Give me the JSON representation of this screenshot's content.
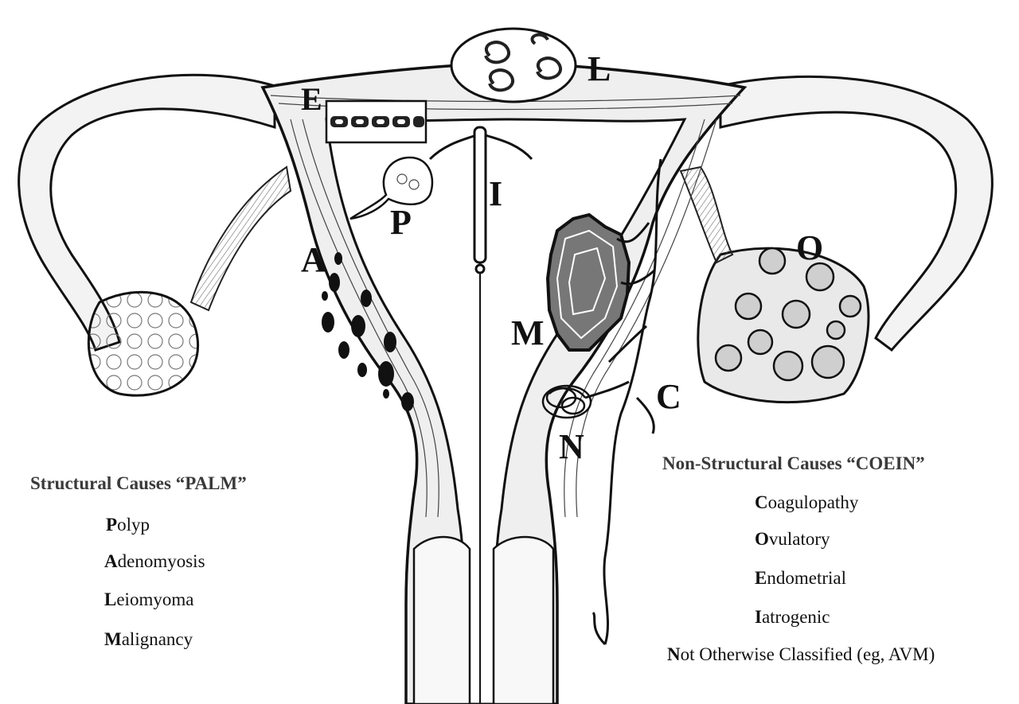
{
  "figure_labels": {
    "E": "E",
    "L": "L",
    "P": "P",
    "I": "I",
    "A": "A",
    "M": "M",
    "C": "C",
    "N": "N",
    "O": "O"
  },
  "structural": {
    "heading": "Structural Causes “PALM”",
    "items": [
      {
        "initial": "P",
        "rest": "olyp"
      },
      {
        "initial": "A",
        "rest": "denomyosis"
      },
      {
        "initial": "L",
        "rest": "eiomyoma"
      },
      {
        "initial": "M",
        "rest": "alignancy"
      }
    ]
  },
  "non_structural": {
    "heading": "Non-Structural Causes “COEIN”",
    "items": [
      {
        "initial": "C",
        "rest": "oagulopathy"
      },
      {
        "initial": "O",
        "rest": "vulatory"
      },
      {
        "initial": "E",
        "rest": "ndometrial"
      },
      {
        "initial": "I",
        "rest": "atrogenic"
      },
      {
        "initial": "N",
        "rest": "ot Otherwise Classified (eg, AVM)"
      }
    ]
  }
}
